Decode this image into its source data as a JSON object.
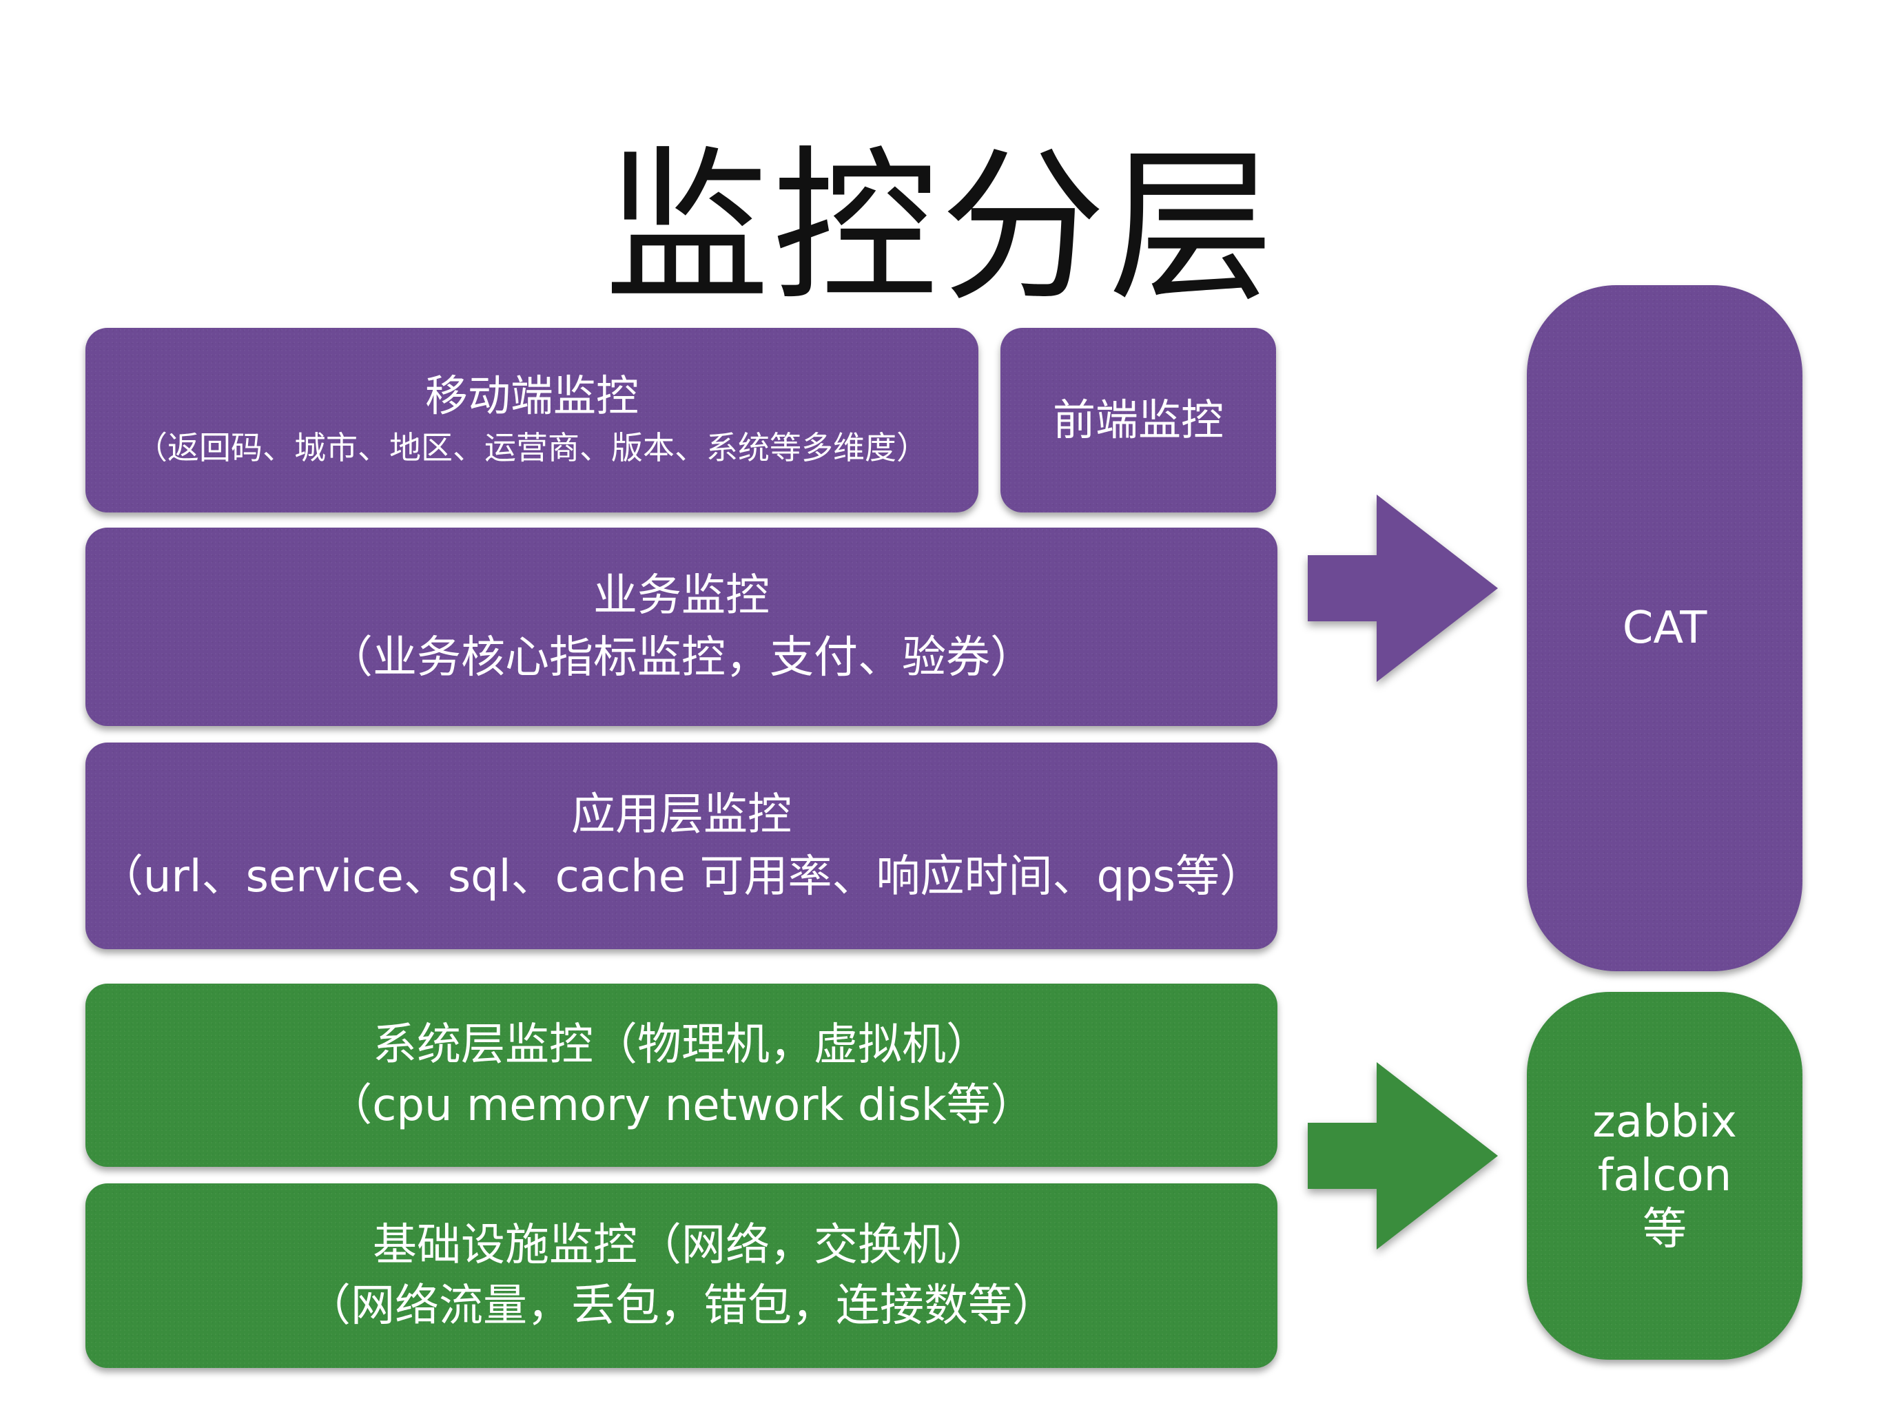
{
  "title": "监控分层",
  "layers": {
    "mobile": {
      "line1": "移动端监控",
      "line2": "（返回码、城市、地区、运营商、版本、系统等多维度）"
    },
    "frontend": {
      "line1": "前端监控"
    },
    "business": {
      "line1": "业务监控",
      "line2": "（业务核心指标监控，支付、验券）"
    },
    "application": {
      "line1": "应用层监控",
      "line2": "（url、service、sql、cache 可用率、响应时间、qps等）"
    },
    "system": {
      "line1": "系统层监控（物理机，虚拟机）",
      "line2": "（cpu memory network disk等）"
    },
    "infra": {
      "line1": "基础设施监控（网络，交换机）",
      "line2": "（网络流量，丢包，错包，连接数等）"
    }
  },
  "tools": {
    "cat": {
      "label": "CAT"
    },
    "zabbix": {
      "line1": "zabbix",
      "line2": "falcon",
      "line3": "等"
    }
  },
  "colors": {
    "purple": "#6d4a94",
    "green": "#3a8d3d"
  }
}
